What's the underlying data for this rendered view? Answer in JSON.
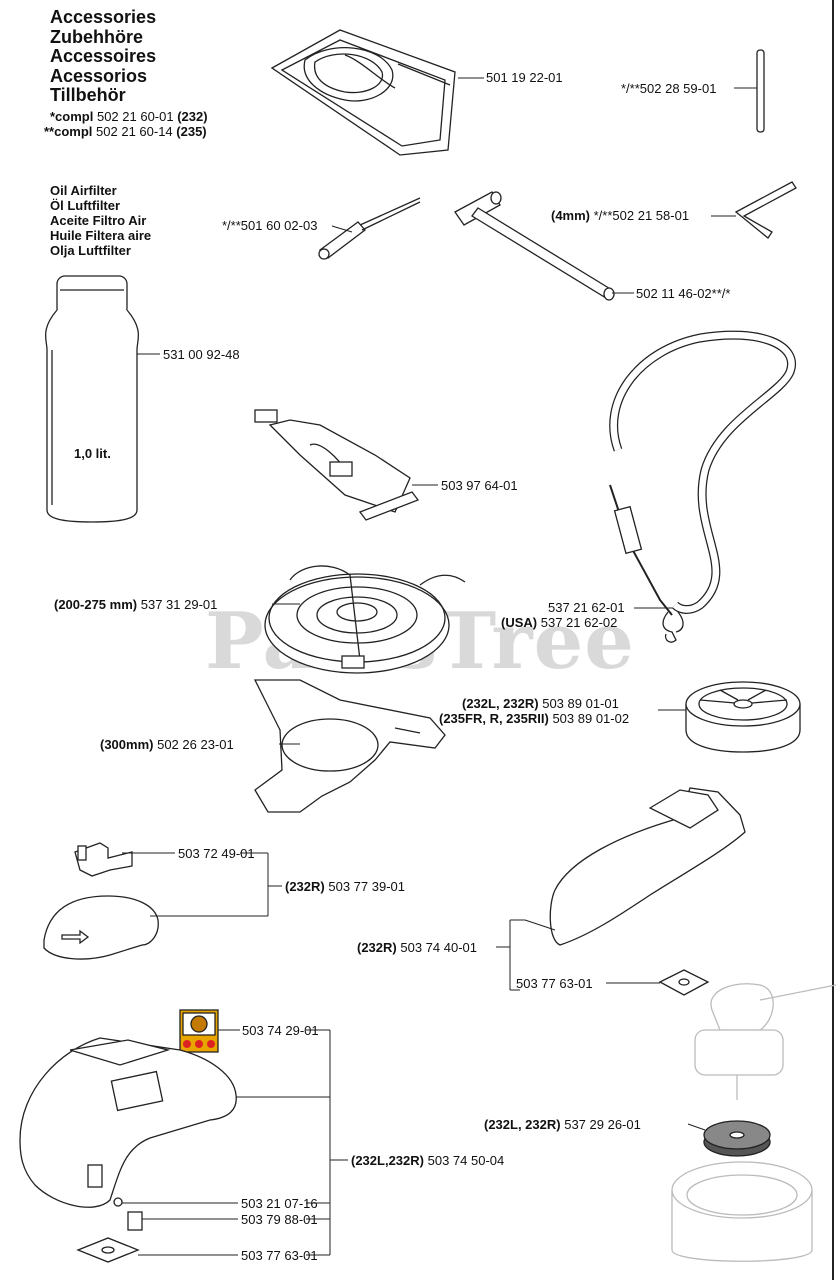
{
  "heading": [
    "Accessories",
    "Zubehhöre",
    "Accessoires",
    "Acessorios",
    "Tillbehör"
  ],
  "compl": [
    {
      "prefix": "*compl",
      "number": "502 21 60-01",
      "model": "(232)"
    },
    {
      "prefix": "**compl",
      "number": "502 21 60-14",
      "model": "(235)"
    }
  ],
  "oil_filter": [
    "Oil Airfilter",
    "Öl Luftfilter",
    "Aceite Filtro Air",
    "Huile Filtera aire",
    "Olja Luftfilter"
  ],
  "bottle_label": "1,0 lit.",
  "watermark": "PartsTree",
  "parts": {
    "p_501192201": {
      "pre": "",
      "num": "501 19 22-01",
      "post": ""
    },
    "p_502285901": {
      "pre": "*/**",
      "num": "502 28 59-01",
      "post": ""
    },
    "p_501600203": {
      "pre": "*/**",
      "num": "501 60 02-03",
      "post": ""
    },
    "p_502215801": {
      "bold": "(4mm)",
      "pre": " */**",
      "num": "502 21 58-01",
      "post": ""
    },
    "p_502114602": {
      "pre": "",
      "num": "502 11 46-02",
      "post": "**/*"
    },
    "p_531009248": {
      "pre": "",
      "num": "531 00 92-48",
      "post": ""
    },
    "p_503976401": {
      "pre": "",
      "num": "503 97 64-01",
      "post": ""
    },
    "p_537312901": {
      "bold": "(200-275 mm)",
      "pre": " ",
      "num": "537 31 29-01",
      "post": ""
    },
    "p_537216201": {
      "pre": "",
      "num": "537 21 62-01",
      "post": ""
    },
    "p_537216202": {
      "bold": "(USA)",
      "pre": " ",
      "num": "537 21 62-02",
      "post": ""
    },
    "p_503890101": {
      "bold": "(232L, 232R)",
      "pre": " ",
      "num": "503 89 01-01",
      "post": ""
    },
    "p_503890102": {
      "bold": "(235FR, R, 235RII)",
      "pre": " ",
      "num": "503 89 01-02",
      "post": ""
    },
    "p_502262301": {
      "bold": "(300mm)",
      "pre": " ",
      "num": "502 26 23-01",
      "post": ""
    },
    "p_503724901": {
      "pre": "",
      "num": "503 72 49-01",
      "post": ""
    },
    "p_503773901": {
      "bold": "(232R)",
      "pre": " ",
      "num": "503 77 39-01",
      "post": ""
    },
    "p_503744001": {
      "bold": "(232R)",
      "pre": " ",
      "num": "503 74 40-01",
      "post": ""
    },
    "p_503776301a": {
      "pre": "",
      "num": "503 77 63-01",
      "post": ""
    },
    "p_503742901": {
      "pre": "",
      "num": "503 74 29-01",
      "post": ""
    },
    "p_537292601": {
      "bold": "(232L, 232R)",
      "pre": " ",
      "num": "537 29 26-01",
      "post": ""
    },
    "p_503745004": {
      "bold": "(232L,232R)",
      "pre": " ",
      "num": "503 74 50-04",
      "post": ""
    },
    "p_503210716": {
      "pre": "",
      "num": "503 21 07-16",
      "post": ""
    },
    "p_503798801": {
      "pre": "",
      "num": "503 79 88-01",
      "post": ""
    },
    "p_503776301b": {
      "pre": "",
      "num": "503 77 63-01",
      "post": ""
    }
  }
}
